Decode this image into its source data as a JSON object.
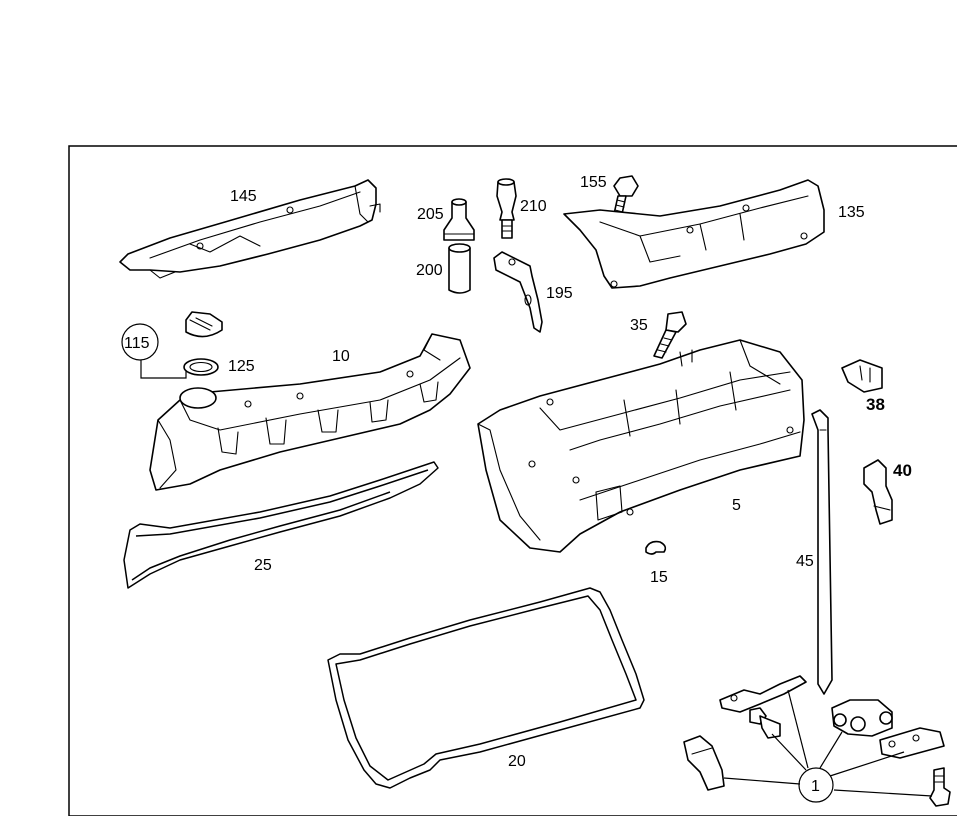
{
  "diagram": {
    "callouts": {
      "p145": "145",
      "p205": "205",
      "p210": "210",
      "p200": "200",
      "p195": "195",
      "p155": "155",
      "p135": "135",
      "p115": "115",
      "p125": "125",
      "p10": "10",
      "p35": "35",
      "p38": "38",
      "p40": "40",
      "p5": "5",
      "p25": "25",
      "p15": "15",
      "p45": "45",
      "p20": "20",
      "p1": "1"
    }
  }
}
